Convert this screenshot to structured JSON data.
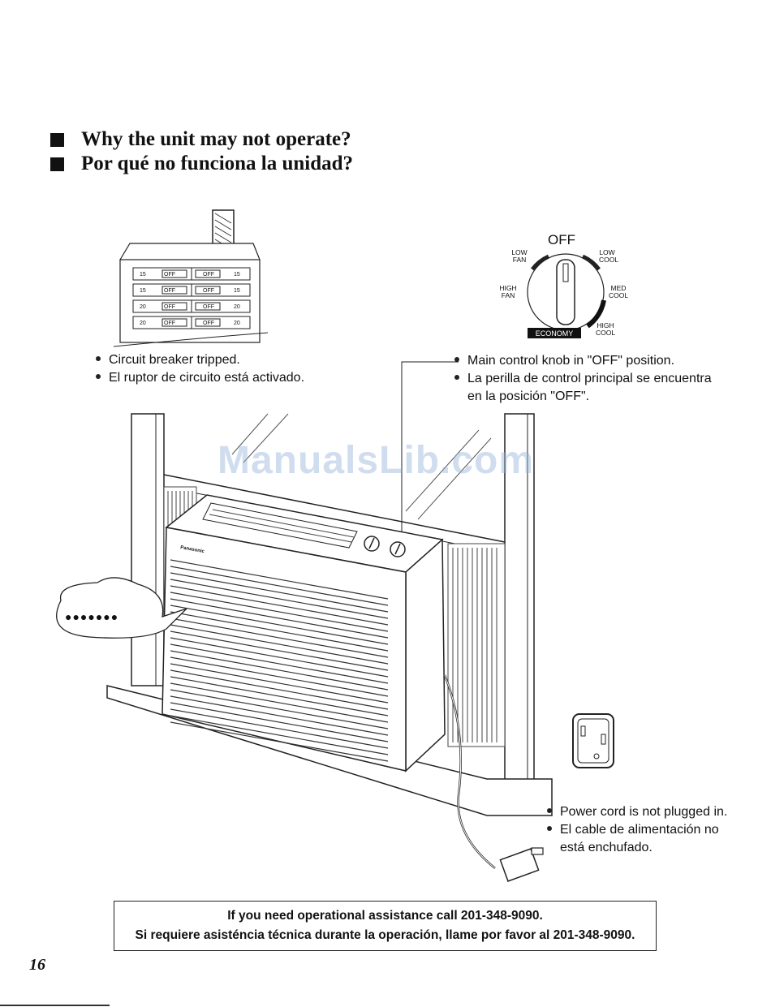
{
  "headings": {
    "en": "Why the unit may not operate?",
    "es": "Por qué no funciona la unidad?"
  },
  "breaker": {
    "note_en": "Circuit breaker tripped.",
    "note_es": "El ruptor de circuito está activado.",
    "rows": [
      {
        "left_amp": "15",
        "right_amp": "15"
      },
      {
        "left_amp": "15",
        "right_amp": "15"
      },
      {
        "left_amp": "20",
        "right_amp": "20"
      },
      {
        "left_amp": "20",
        "right_amp": "20"
      }
    ],
    "off_label": "OFF"
  },
  "knob": {
    "off": "OFF",
    "low_fan_1": "LOW",
    "low_fan_2": "FAN",
    "low_cool_1": "LOW",
    "low_cool_2": "COOL",
    "high_fan_1": "HIGH",
    "high_fan_2": "FAN",
    "med_cool_1": "MED",
    "med_cool_2": "COOL",
    "high_cool_1": "HIGH",
    "high_cool_2": "COOL",
    "economy": "ECONOMY",
    "note_en": "Main control knob in \"OFF\" position.",
    "note_es_1": "La perilla de control principal se encuentra",
    "note_es_2": "en la posición \"OFF\"."
  },
  "unit": {
    "brand": "Panasonic",
    "speech": "●●●●●●●"
  },
  "cord": {
    "note_en": "Power cord is not plugged in.",
    "note_es_1": "El cable de alimentación no",
    "note_es_2": "está enchufado."
  },
  "watermark": "ManualsLib.com",
  "assistance": {
    "en": "If you need operational assistance call 201-348-9090.",
    "es": "Si requiere asisténcia técnica durante la operación, llame por favor al 201-348-9090."
  },
  "page_number": "16"
}
